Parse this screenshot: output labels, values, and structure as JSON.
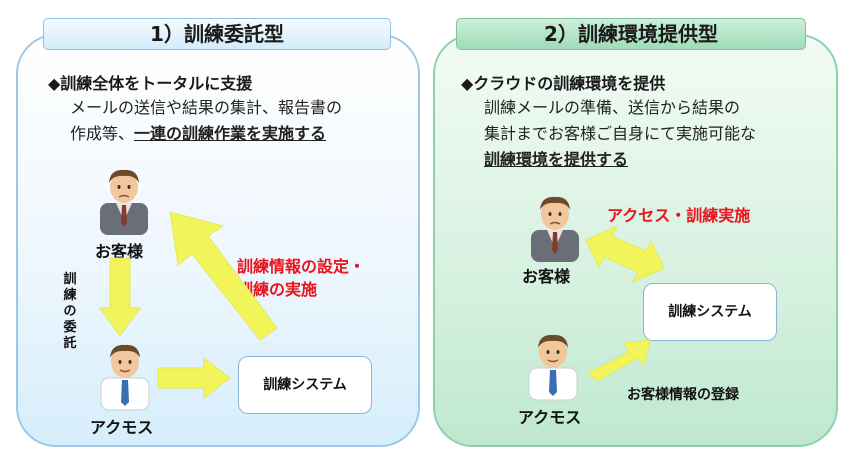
{
  "left": {
    "title": "1）訓練委託型",
    "bullet": "◆訓練全体をトータルに支援",
    "desc_line1": "メールの送信や結果の集計、報告書の",
    "desc_line2_plain": "作成等、",
    "desc_line2_emph": "一連の訓練作業を実施する",
    "customer_label": "お客様",
    "acmos_label": "アクモス",
    "delegate_label": "訓練の委託",
    "red_line1": "訓練情報の設定・",
    "red_line2": "訓練の実施",
    "system_label": "訓練システム"
  },
  "right": {
    "title": "2）訓練環境提供型",
    "bullet": "◆クラウドの訓練環境を提供",
    "desc_line1": "訓練メールの準備、送信から結果の",
    "desc_line2": "集計までお客様ご自身にて実施可能な",
    "desc_line3_emph": "訓練環境を提供する",
    "red_label": "アクセス・訓練実施",
    "customer_label": "お客様",
    "acmos_label": "アクモス",
    "system_label": "訓練システム",
    "register_label": "お客様情報の登録"
  },
  "colors": {
    "arrow_fill": "#f2f55a",
    "arrow_stroke": "#e4e85b",
    "accent_red": "#e8141e"
  }
}
